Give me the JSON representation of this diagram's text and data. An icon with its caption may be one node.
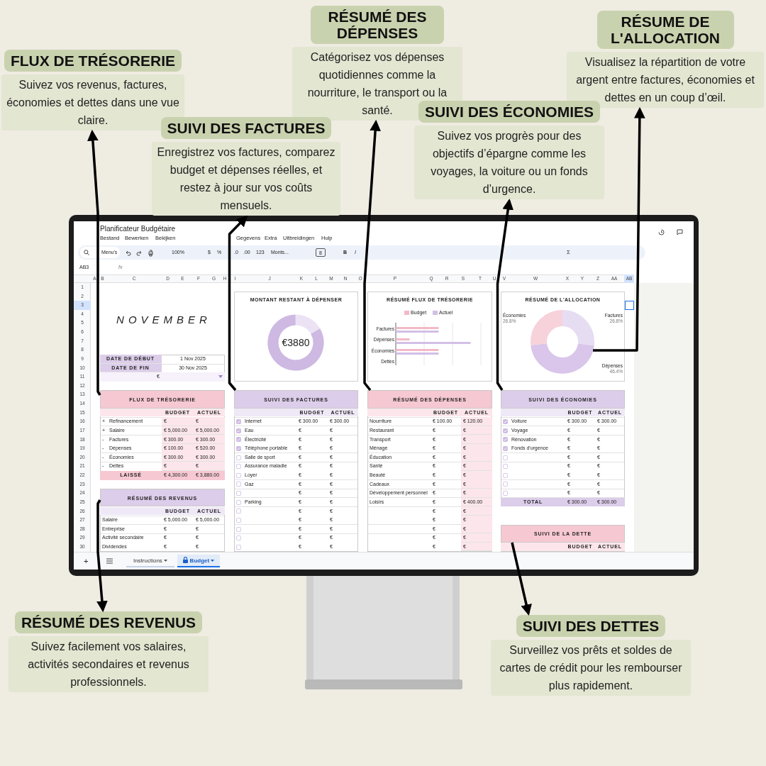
{
  "diagram": {
    "nodes": [
      {
        "text": [
          "RÉSUMÉ DES DÉPENSES",
          "Catégorisez vos dépenses quotidiennes comme la nourriture, le transport ou la santé."
        ]
      },
      {
        "text": [
          "RÉSUME DE L'ALLOCATION",
          "Visualisez la répartition de votre argent entre factures, économies et dettes en un coup d’œil."
        ]
      },
      {
        "text": [
          "FLUX DE TRÉSORERIE",
          "Suivez vos revenus, factures, économies et dettes dans une vue claire."
        ]
      },
      {
        "text": [
          "SUIVI DES ÉCONOMIES",
          "Suivez vos progrès pour des objectifs d’épargne comme les voyages, la voiture ou un fonds d’urgence."
        ]
      },
      {
        "text": [
          "SUIVI DES FACTURES",
          "Enregistrez vos factures, comparez budget et dépenses réelles, et restez à jour sur vos coûts mensuels."
        ]
      },
      {
        "text": [
          "RÉSUMÉ DES REVENUS",
          "Suivez facilement vos salaires, activités secondaires et revenus professionnels."
        ]
      },
      {
        "text": [
          "SUIVI DES DETTES",
          "Surveillez vos prêts et soldes de cartes de crédit pour les rembourser plus rapidement."
        ]
      },
      {
        "text": [
          "MONTANT RESTANT À DÉPENSER"
        ]
      },
      {
        "text": [
          "RÉSUMÉ FLUX DE TRÉSORERIE"
        ]
      },
      {
        "text": [
          "RÉSUMÉ DE L'ALLOCATION"
        ]
      },
      {
        "text": [],
        "shape": "circle",
        "in": 9
      },
      {
        "text": [
          "FLUX DE TRÉSORERIE"
        ]
      },
      {
        "text": [
          "SUIVI DES FACTURES"
        ]
      },
      {
        "text": [
          "RÉSUMÉ DES DÉPENSES"
        ]
      },
      {
        "text": [
          "SUIVI DES ÉCONOMIES"
        ]
      },
      {
        "text": [
          "RÉSUMÉ DES REVENUS"
        ]
      },
      {
        "text": [
          "SUIVI DE LA DETTE"
        ]
      }
    ],
    "edges": [
      {
        "from": 13,
        "to": 0,
        "arrow": "to"
      },
      {
        "from": 10,
        "to": 1,
        "arrow": "to"
      },
      {
        "from": 11,
        "to": 2,
        "arrow": "to"
      },
      {
        "from": 14,
        "to": 3,
        "arrow": "to"
      },
      {
        "from": 12,
        "to": 4,
        "arrow": "to"
      },
      {
        "from": 15,
        "to": 5,
        "arrow": "to"
      },
      {
        "from": 16,
        "to": 6,
        "arrow": "to"
      }
    ],
    "labels": [
      "Planificateur Budgétaire",
      "Bestand",
      "Bewerken",
      "Bekijken",
      "Gegevens",
      "Extra",
      "Uitbreidingen",
      "Hulp",
      "Menu's",
      "100%",
      "$",
      "%",
      ".0",
      ".00",
      "123",
      "Monts...",
      "8",
      "B",
      "I",
      "Σ",
      "AB3",
      "fx",
      "A",
      "B",
      "C",
      "D",
      "E",
      "F",
      "G",
      "H",
      "I",
      "J",
      "K",
      "L",
      "M",
      "N",
      "O",
      "P",
      "Q",
      "R",
      "S",
      "T",
      "U",
      "V",
      "W",
      "X",
      "Y",
      "Z",
      "AA",
      "AB",
      "1",
      "2",
      "3",
      "4",
      "5",
      "6",
      "7",
      "8",
      "9",
      "10",
      "11",
      "12",
      "13",
      "14",
      "15",
      "16",
      "17",
      "18",
      "19",
      "20",
      "21",
      "22",
      "23",
      "24",
      "25",
      "26",
      "27",
      "28",
      "29",
      "30",
      "NOVEMBER",
      "DATE DE DÉBUT",
      "1 Nov 2025",
      "DATE DE FIN",
      "30 Nov 2025",
      "€",
      "€3880",
      "Budget",
      "Actuel",
      "Factures",
      "Dépenses",
      "Économies",
      "Dettes",
      "Économies",
      "26.8%",
      "Factures",
      "26.8%",
      "Dépenses",
      "46.4%",
      "BUDGET",
      "ACTUEL",
      "+",
      "Refinancement",
      "€",
      "€",
      "+",
      "Salaire",
      "€ 5,000.00",
      "€ 5,000.00",
      "-",
      "Factures",
      "€ 300.00",
      "€ 300.00",
      "-",
      "Dépenses",
      "€ 100.00",
      "€ 520.00",
      "-",
      "Économies",
      "€ 300.00",
      "€ 300.00",
      "-",
      "Dettes",
      "€",
      "€",
      "LAISSÉ",
      "€ 4,300.00",
      "€ 3,880.00",
      "BUDGET",
      "ACTUEL",
      "Internet",
      "€ 300.00",
      "€ 300.00",
      "Eau",
      "€",
      "€",
      "Électricité",
      "€",
      "€",
      "Téléphone portable",
      "€",
      "€",
      "Salle de sport",
      "€",
      "€",
      "Assurance maladie",
      "€",
      "€",
      "Loyer",
      "€",
      "€",
      "Gaz",
      "€",
      "€",
      "€",
      "€",
      "Parking",
      "€",
      "€",
      "€",
      "€",
      "€",
      "€",
      "€",
      "€",
      "€",
      "€",
      "€",
      "€",
      "BUDGET",
      "ACTUEL",
      "Nourriture",
      "€ 100.00",
      "€ 120.00",
      "Restaurant",
      "€",
      "€",
      "Transport",
      "€",
      "€",
      "Ménage",
      "€",
      "€",
      "Éducation",
      "€",
      "€",
      "Santé",
      "€",
      "€",
      "Beauté",
      "€",
      "€",
      "Cadeaux",
      "€",
      "€",
      "Développement personnel",
      "€",
      "€",
      "Loisirs",
      "€",
      "€ 400.00",
      "€",
      "€",
      "€",
      "€",
      "€",
      "€",
      "€",
      "€",
      "€",
      "€",
      "BUDGET",
      "ACTUEL",
      "Voiture",
      "€ 300.00",
      "€ 300.00",
      "Voyage",
      "€",
      "€",
      "Rénovation",
      "€",
      "€",
      "Fonds d'urgence",
      "€",
      "€",
      "€",
      "€",
      "€",
      "€",
      "€",
      "€",
      "€",
      "€",
      "€",
      "€",
      "TOTAL",
      "€ 300.00",
      "€ 300.00",
      "BUDGET",
      "ACTUEL",
      "Salaire",
      "€ 5,000.00",
      "€ 5,000.00",
      "Entreprise",
      "€",
      "€",
      "Activité secondaire",
      "€",
      "€",
      "Dividendes",
      "€",
      "€",
      "BUDGET",
      "ACTUEL",
      "+",
      "Instructions",
      "Budget"
    ]
  }
}
